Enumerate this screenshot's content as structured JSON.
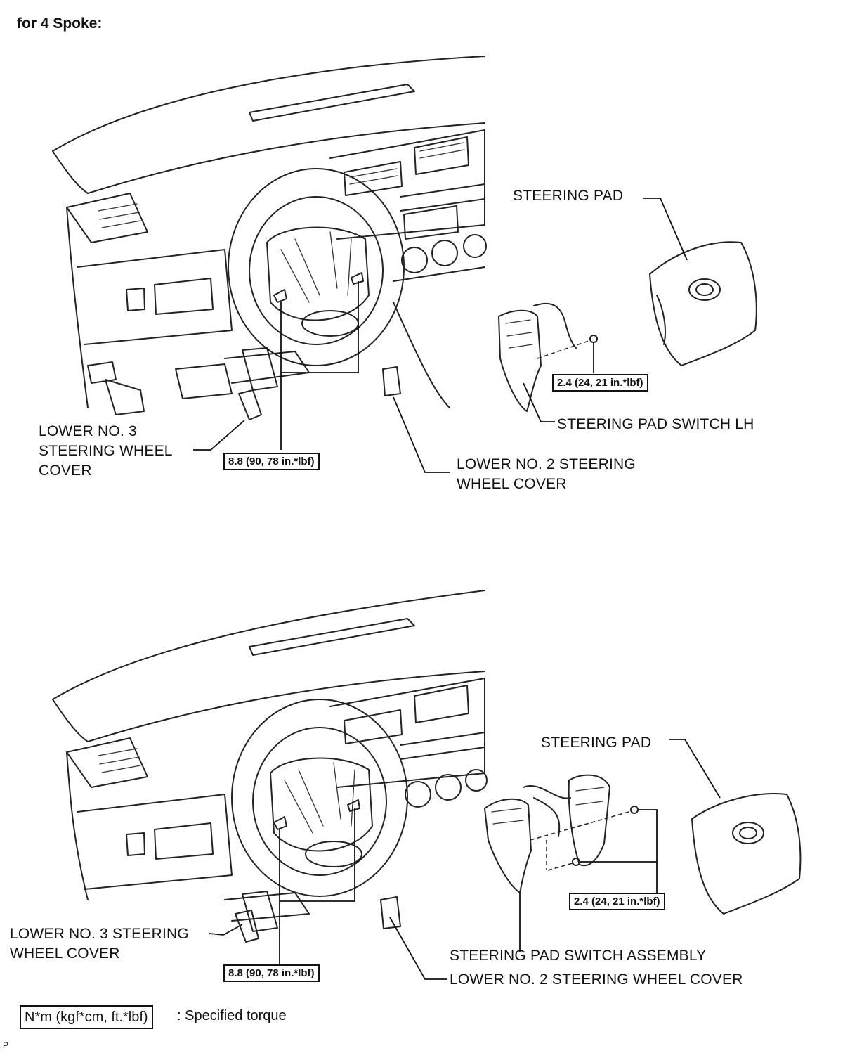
{
  "heading": "for 4 Spoke:",
  "top_diagram": {
    "steering_pad": "STEERING PAD",
    "switch_label": "STEERING PAD SWITCH LH",
    "switch_torque": "2.4 (24, 21 in.*lbf)",
    "lower_no3_line1": "LOWER NO. 3",
    "lower_no3_line2": "STEERING WHEEL",
    "lower_no3_line3": "COVER",
    "bolt_torque": "8.8 (90, 78 in.*lbf)",
    "lower_no2_line1": "LOWER NO. 2 STEERING",
    "lower_no2_line2": "WHEEL COVER"
  },
  "bottom_diagram": {
    "steering_pad": "STEERING PAD",
    "switch_torque": "2.4 (24, 21 in.*lbf)",
    "switch_label": "STEERING PAD SWITCH ASSEMBLY",
    "lower_no3_line1": "LOWER NO. 3 STEERING",
    "lower_no3_line2": "WHEEL COVER",
    "bolt_torque": "8.8 (90, 78 in.*lbf)",
    "lower_no2": "LOWER NO. 2 STEERING WHEEL COVER"
  },
  "legend": {
    "unit": "N*m (kgf*cm, ft.*lbf)",
    "description": ": Specified torque"
  },
  "corner_mark": "P"
}
